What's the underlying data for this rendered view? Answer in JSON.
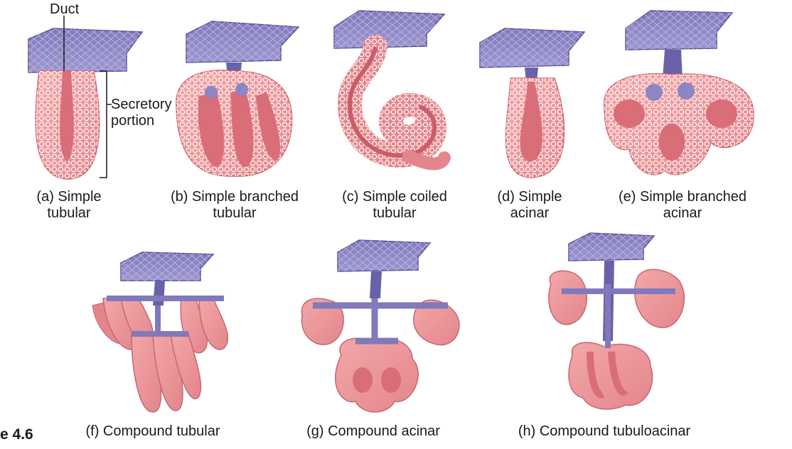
{
  "labels": {
    "duct": "Duct",
    "secretory_1": "Secretory",
    "secretory_2": "portion"
  },
  "figure_number": "e 4.6",
  "glands": [
    {
      "l1": "(a) Simple",
      "l2": "tubular"
    },
    {
      "l1": "(b) Simple branched",
      "l2": "tubular"
    },
    {
      "l1": "(c) Simple coiled",
      "l2": "tubular"
    },
    {
      "l1": "(d) Simple",
      "l2": "acinar"
    },
    {
      "l1": "(e) Simple branched",
      "l2": "acinar"
    },
    {
      "l1": "(f) Compound tubular",
      "l2": ""
    },
    {
      "l1": "(g) Compound acinar",
      "l2": ""
    },
    {
      "l1": "(h) Compound tubuloacinar",
      "l2": ""
    }
  ],
  "colors": {
    "epithelium": "#8e88c4",
    "epithelium_dark": "#6a62a8",
    "duct": "#7a70b8",
    "secretory": "#ef9a9a",
    "secretory_dark": "#d77a7f",
    "lumen": "#e27f88",
    "cells": "#fbe3e3"
  }
}
